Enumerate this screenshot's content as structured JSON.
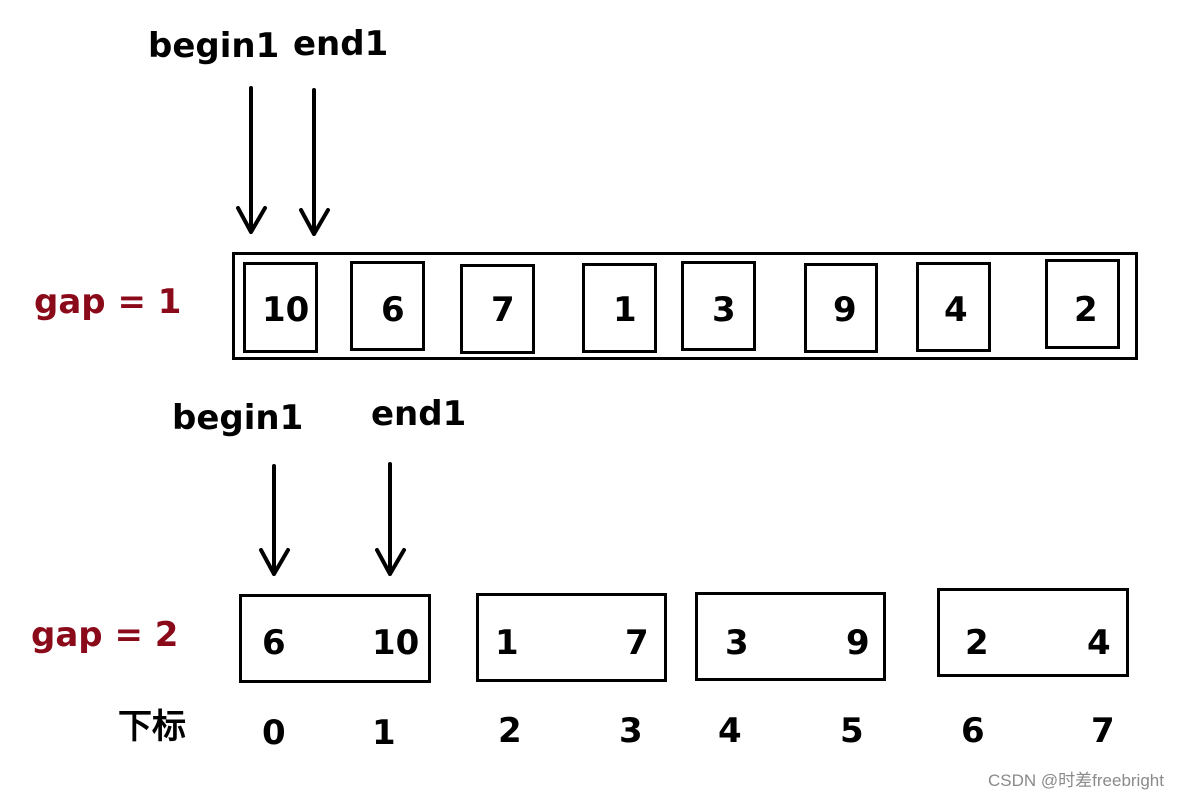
{
  "top": {
    "pointer_begin": "begin1",
    "pointer_end": "end1",
    "gap_label": "gap = 1",
    "cells": [
      "10",
      "6",
      "7",
      "1",
      "3",
      "9",
      "4",
      "2"
    ]
  },
  "bottom": {
    "pointer_begin": "begin1",
    "pointer_end": "end1",
    "gap_label": "gap =  2",
    "groups": [
      {
        "a": "6",
        "b": "10"
      },
      {
        "a": "1",
        "b": "7"
      },
      {
        "a": "3",
        "b": "9"
      },
      {
        "a": "2",
        "b": "4"
      }
    ]
  },
  "index_row": {
    "label": "下标",
    "indices": [
      "0",
      "1",
      "2",
      "3",
      "4",
      "5",
      "6",
      "7"
    ]
  },
  "watermark": "CSDN @时差freebright"
}
